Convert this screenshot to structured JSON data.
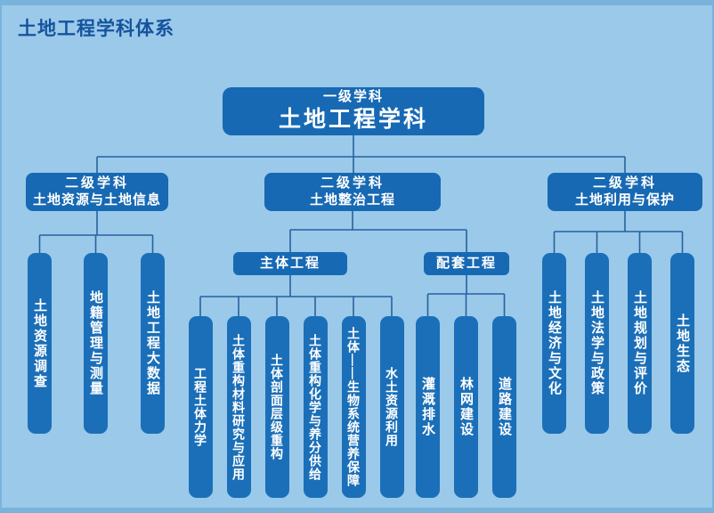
{
  "title": "土地工程学科体系",
  "colors": {
    "background": "#9ac9ea",
    "frame": "#7ab3da",
    "node_fill": "#1769b3",
    "pillar_fill": "#1b6fb8",
    "connector_line": "#27619f",
    "title_text": "#15539c",
    "node_text": "#ffffff"
  },
  "tree": {
    "level1": {
      "tag": "一级学科",
      "label": "土地工程学科"
    },
    "level2": [
      {
        "tag": "二级学科",
        "label": "土地资源与土地信息"
      },
      {
        "tag": "二级学科",
        "label": "土地整治工程"
      },
      {
        "tag": "二级学科",
        "label": "土地利用与保护"
      }
    ],
    "level3": [
      {
        "label": "主体工程"
      },
      {
        "label": "配套工程"
      }
    ],
    "leaves": {
      "resource_info": [
        "土地资源调查",
        "地籍管理与测量",
        "土地工程大数据"
      ],
      "main_engineering": [
        "工程土体力学",
        "土体重构材料研究与应用",
        "土体剖面层级重构",
        "土体重构化学与养分供给",
        "土体——生物系统营养保障",
        "水土资源利用"
      ],
      "supporting_engineering": [
        "灌溉排水",
        "林网建设",
        "道路建设"
      ],
      "use_protection": [
        "土地经济与文化",
        "土地法学与政策",
        "土地规划与评价",
        "土地生态"
      ]
    }
  }
}
